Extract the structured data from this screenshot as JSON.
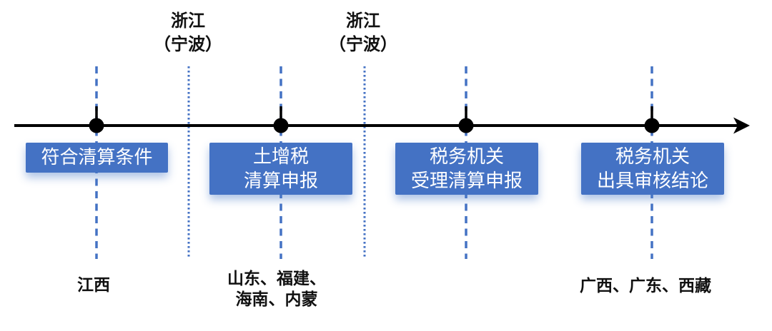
{
  "colors": {
    "accent_blue": "#4472C4",
    "axis_black": "#000000",
    "box_text": "#FFFFFF",
    "label_text": "#111111"
  },
  "top_labels": [
    {
      "line1": "浙江",
      "line2": "（宁波）"
    },
    {
      "line1": "浙江",
      "line2": "（宁波）"
    }
  ],
  "stages": [
    {
      "box_lines": [
        "符合清算条件"
      ],
      "provinces": [
        "江西"
      ]
    },
    {
      "box_lines": [
        "土增税",
        "清算申报"
      ],
      "provinces": [
        "山东、福建、",
        "海南、内蒙"
      ]
    },
    {
      "box_lines": [
        "税务机关",
        "受理清算申报"
      ],
      "provinces": []
    },
    {
      "box_lines": [
        "税务机关",
        "出具审核结论"
      ],
      "provinces": [
        "广西、广东、西藏"
      ]
    }
  ]
}
